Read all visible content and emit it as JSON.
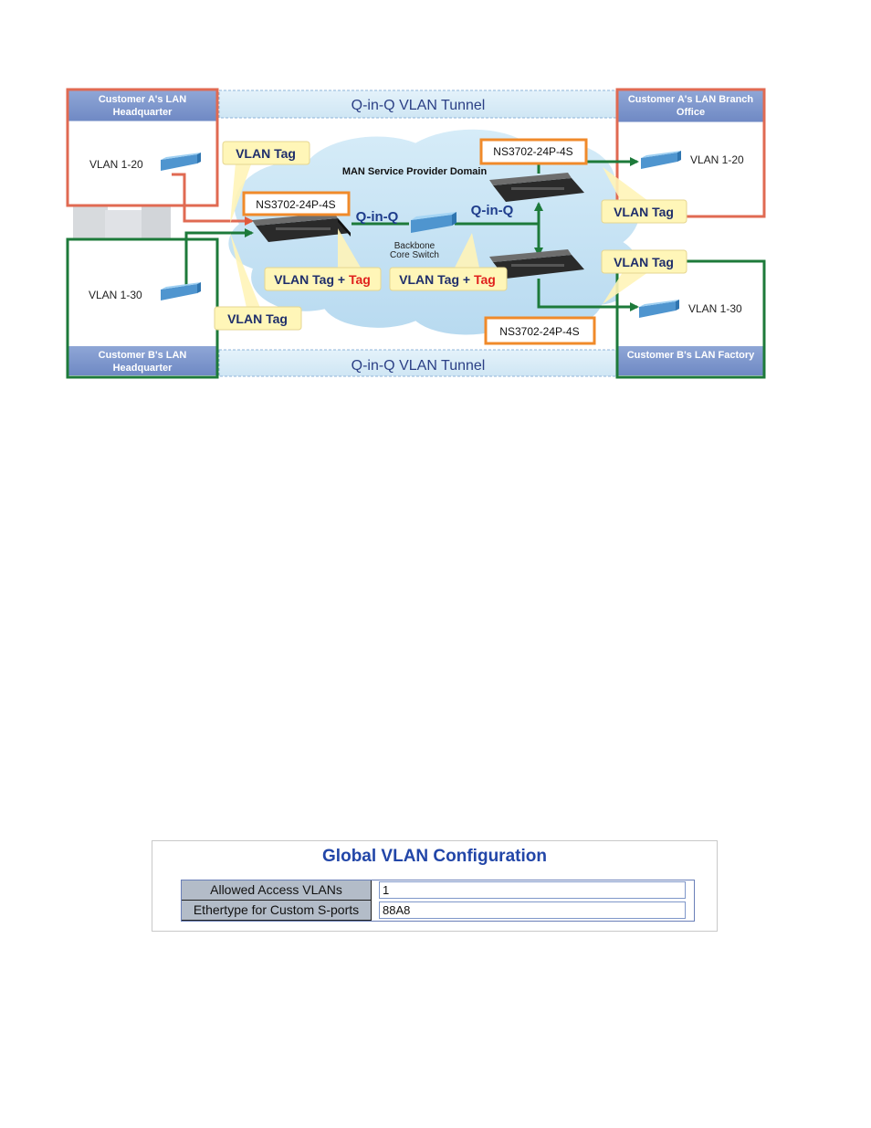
{
  "diagram": {
    "tunnel_label_top": "Q-in-Q VLAN Tunnel",
    "tunnel_label_bottom": "Q-in-Q VLAN Tunnel",
    "customer_a_hq": "Customer A's LAN Headquarter",
    "customer_a_branch": "Customer A's LAN Branch Office",
    "customer_b_hq": "Customer B's LAN Headquarter",
    "customer_b_factory": "Customer B's LAN Factory",
    "vlan_a_hq": "VLAN 1-20",
    "vlan_a_branch": "VLAN 1-20",
    "vlan_b_hq": "VLAN 1-30",
    "vlan_b_factory": "VLAN 1-30",
    "man_domain": "MAN Service Provider Domain",
    "switch_left": "NS3702-24P-4S",
    "switch_top_right": "NS3702-24P-4S",
    "switch_bottom_right": "NS3702-24P-4S",
    "qinq_left": "Q-in-Q",
    "qinq_right": "Q-in-Q",
    "backbone_line1": "Backbone",
    "backbone_line2": "Core Switch",
    "vlan_tag_a_hq": "VLAN Tag",
    "vlan_tag_b_hq": "VLAN Tag",
    "vlan_tag_a_branch": "VLAN Tag",
    "vlan_tag_b_factory": "VLAN Tag",
    "vlan_tag_plus_left": "VLAN Tag + ",
    "vlan_tag_plus_left_red": "Tag",
    "vlan_tag_plus_right": "VLAN Tag + ",
    "vlan_tag_plus_right_red": "Tag"
  },
  "config": {
    "title": "Global VLAN Configuration",
    "rows": [
      {
        "label": "Allowed Access VLANs",
        "value": "1"
      },
      {
        "label": "Ethertype for Custom S-ports",
        "value": "88A8"
      }
    ]
  }
}
